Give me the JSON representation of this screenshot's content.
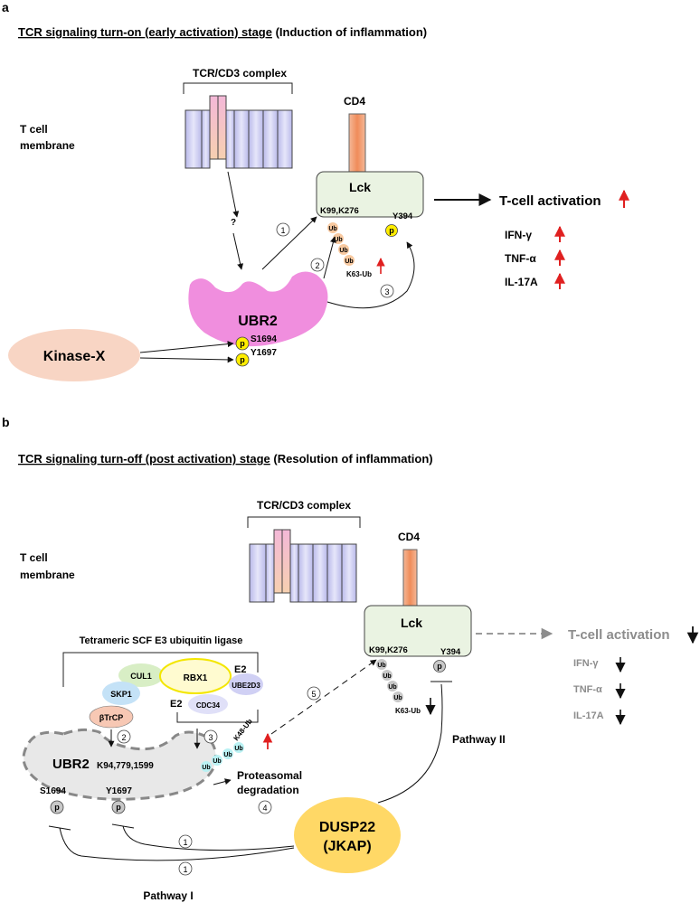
{
  "panel_a": {
    "letter": "a",
    "title_underlined": "TCR signaling turn-on (early activation) stage",
    "title_rest": " (Induction of inflammation)",
    "tcr_label": "TCR/CD3 complex",
    "membrane_label_1": "T cell",
    "membrane_label_2": "membrane",
    "cd4": "CD4",
    "lck": "Lck",
    "lck_sites": "K99,K276",
    "y394": "Y394",
    "p": "p",
    "ub": "Ub",
    "k63": "K63-Ub",
    "question": "?",
    "step1": "1",
    "step2": "2",
    "step3": "3",
    "ubr2": "UBR2",
    "s1694": "S1694",
    "y1697": "Y1697",
    "kinase": "Kinase-X",
    "activation": "T-cell activation",
    "cytokines": [
      "IFN-γ",
      "TNF-α",
      "IL-17A"
    ],
    "arrow_up": "↑"
  },
  "panel_b": {
    "letter": "b",
    "title_underlined": "TCR signaling turn-off (post activation) stage",
    "title_rest": " (Resolution of inflammation)",
    "tcr_label": "TCR/CD3 complex",
    "membrane_label_1": "T cell",
    "membrane_label_2": "membrane",
    "cd4": "CD4",
    "lck": "Lck",
    "lck_sites": "K99,K276",
    "y394": "Y394",
    "p": "p",
    "ub": "Ub",
    "k63": "K63-Ub",
    "k48": "K48-Ub",
    "scf_title": "Tetrameric SCF E3 ubiquitin ligase",
    "cul1": "CUL1",
    "rbx1": "RBX1",
    "skp1": "SKP1",
    "btrcp": "βTrCP",
    "e2_a": "E2",
    "e2_b": "E2",
    "ube2d3": "UBE2D3",
    "cdc34": "CDC34",
    "ubr2": "UBR2",
    "ubr2_sites": "K94,779,1599",
    "s1694": "S1694",
    "y1697": "Y1697",
    "proteasomal_1": "Proteasomal",
    "proteasomal_2": "degradation",
    "step1": "1",
    "step2": "2",
    "step3": "3",
    "step4": "4",
    "step5": "5",
    "dusp22_1": "DUSP22",
    "dusp22_2": "(JKAP)",
    "pathway1": "Pathway I",
    "pathway2": "Pathway II",
    "activation": "T-cell activation",
    "cytokines": [
      "IFN-γ",
      "TNF-α",
      "IL-17A"
    ],
    "arrow_down": "↓",
    "arrow_up": "↑"
  },
  "colors": {
    "tcr_chain": "#c9c9ee",
    "tcr_center": "#f6c7b3",
    "cd4": "#f2a57f",
    "lck_fill": "#eaf3e2",
    "ubr2_a": "#f08ede",
    "ubr2_b": "#e8e8e8",
    "kinase": "#f8d5c4",
    "phospho": "#ffee00",
    "ub_orange": "#f8c9a0",
    "ub_grey": "#c8c8c8",
    "ub_cyan": "#b9f1f3",
    "dusp22": "#ffd866",
    "cul1": "#d8eec5",
    "rbx1": "#fffbd0",
    "skp1": "#c4e2f7",
    "btrcp": "#f7c8b4",
    "ube2d3": "#d0d0f4",
    "red_arrow": "#e02020",
    "grey_text": "#8c8c8c"
  }
}
